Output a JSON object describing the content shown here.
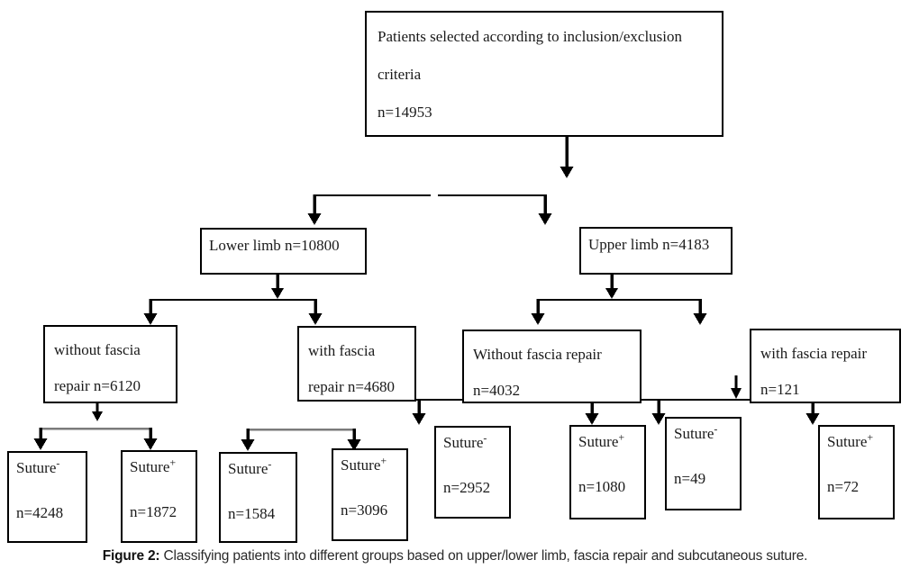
{
  "figure": {
    "root": {
      "line1": "Patients selected according to inclusion/exclusion",
      "line2": "criteria",
      "count": "n=14953"
    },
    "level2": {
      "lower": {
        "label": "Lower limb n=10800"
      },
      "upper": {
        "label": "Upper limb n=4183"
      }
    },
    "level3": {
      "lower_without": {
        "line1": "without fascia",
        "line2": "repair n=6120"
      },
      "lower_with": {
        "line1": "with fascia",
        "line2": "repair n=4680"
      },
      "upper_without": {
        "line1": "Without fascia repair",
        "line2": "n=4032"
      },
      "upper_with": {
        "line1": "with fascia repair",
        "line2": "n=121"
      }
    },
    "level4": [
      {
        "label": "Suture",
        "sign": "-",
        "count": "n=4248"
      },
      {
        "label": "Suture",
        "sign": "+",
        "count": "n=1872"
      },
      {
        "label": "Suture",
        "sign": "-",
        "count": "n=1584"
      },
      {
        "label": "Suture",
        "sign": "+",
        "count": "n=3096"
      },
      {
        "label": "Suture",
        "sign": "-",
        "count": "n=2952"
      },
      {
        "label": "Suture",
        "sign": "+",
        "count": "n=1080"
      },
      {
        "label": "Suture",
        "sign": "-",
        "count": "n=49"
      },
      {
        "label": "Suture",
        "sign": "+",
        "count": "n=72"
      }
    ],
    "caption": {
      "label": "Figure 2:",
      "text": "Classifying patients into different groups based on upper/lower limb, fascia repair and subcutaneous suture."
    },
    "colors": {
      "line_black": "#000000",
      "line_gray": "#7b7b7b",
      "background": "#ffffff",
      "text": "#1a1a1a"
    }
  }
}
